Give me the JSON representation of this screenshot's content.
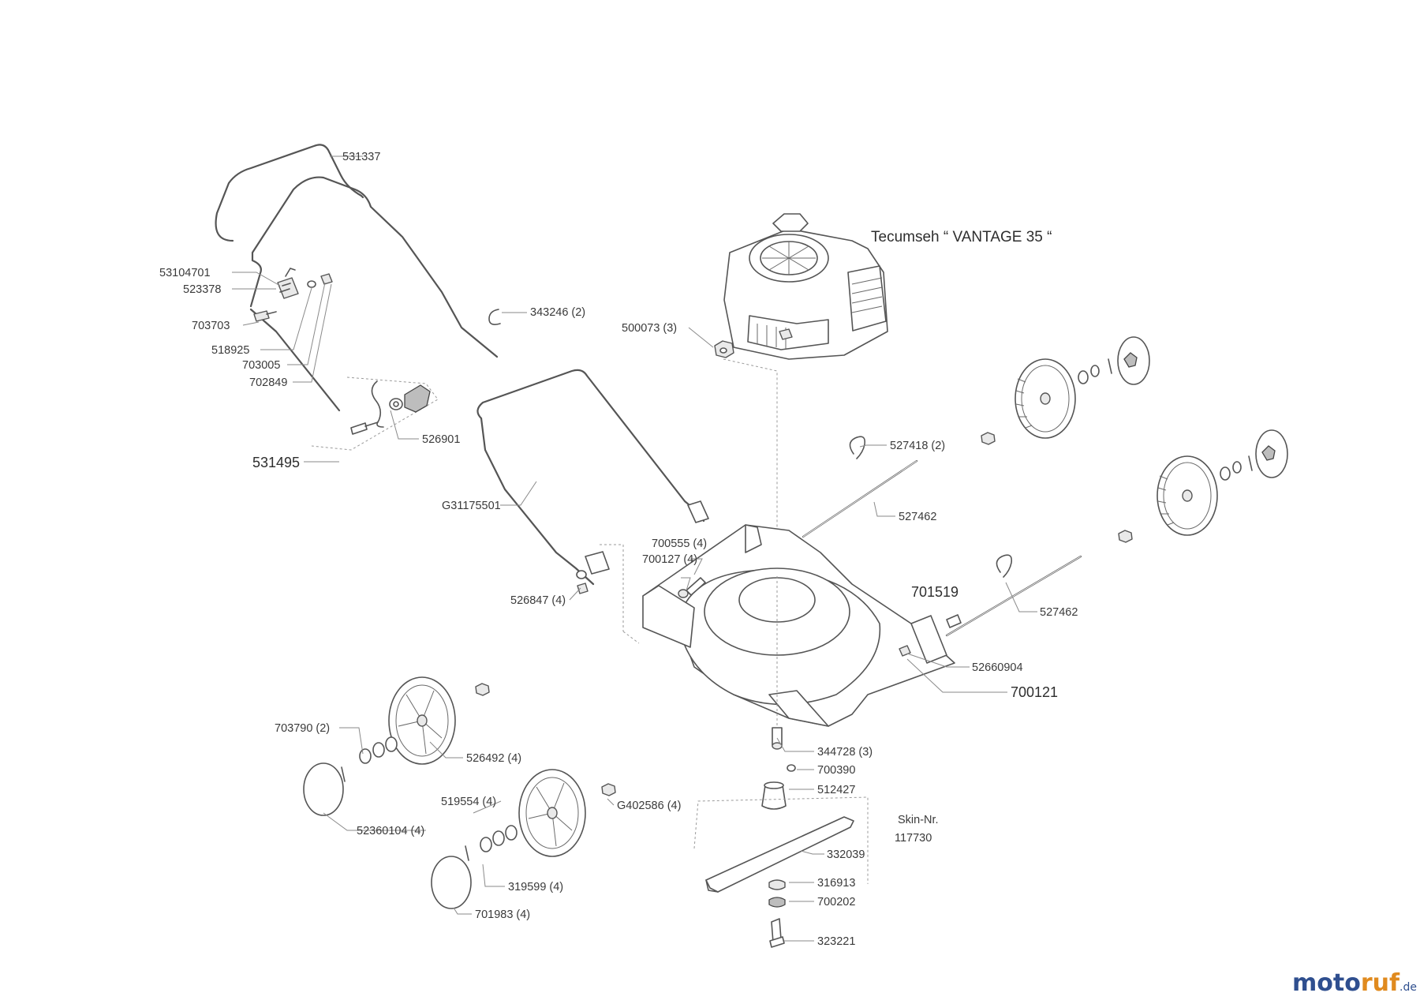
{
  "engine_label": "Tecumseh “ VANTAGE 35 “",
  "skin_label": [
    "Skin-Nr.",
    "117730"
  ],
  "parts": {
    "p531337": "531337",
    "p53104701": "53104701",
    "p523378": "523378",
    "p703703": "703703",
    "p518925": "518925",
    "p703005": "703005",
    "p702849": "702849",
    "p343246": "343246 (2)",
    "p526901": "526901",
    "p531495": "531495",
    "p500073": "500073 (3)",
    "p527418": "527418 (2)",
    "p527462a": "527462",
    "pG31175501": "G31175501",
    "p700555": "700555 (4)",
    "p700127": "700127 (4)",
    "p701519": "701519",
    "p527462b": "527462",
    "p526847": "526847 (4)",
    "p52660904": "52660904",
    "p700121": "700121",
    "p703790": "703790 (2)",
    "p526492": "526492 (4)",
    "p344728": "344728 (3)",
    "p700390": "700390",
    "p512427": "512427",
    "p519554": "519554 (4)",
    "pG402586": "G402586 (4)",
    "p52360104": "52360104 (4)",
    "p332039": "332039",
    "p319599": "319599 (4)",
    "p316913": "316913",
    "p701983": "701983 (4)",
    "p700202": "700202",
    "p323221": "323221"
  },
  "watermark": {
    "part1": "moto",
    "part2": "ruf",
    "suffix": ".de"
  },
  "colors": {
    "line": "#555555",
    "text": "#3a3a3a",
    "watermark_blue": "#2f4f8f",
    "watermark_orange": "#e08a1e"
  }
}
